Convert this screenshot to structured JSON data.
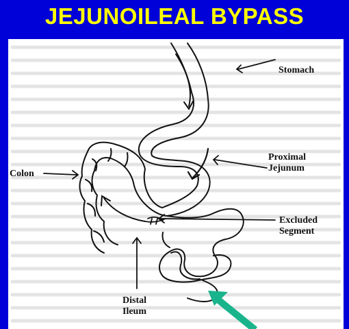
{
  "slide": {
    "title": "JEJUNOILEAL BYPASS"
  },
  "labels": {
    "stomach": "Stomach",
    "colon": "Colon",
    "proximal_jejunum_line1": "Proximal",
    "proximal_jejunum_line2": "Jejunum",
    "excluded_segment_line1": "Excluded",
    "excluded_segment_line2": "Segment",
    "distal_ileum_line1": "Distal",
    "distal_ileum_line2": "Ileum"
  },
  "colors": {
    "background": "#0000d8",
    "title": "#ffff00",
    "figure": "#ffffff",
    "pointer_arrow": "#19b48c"
  }
}
